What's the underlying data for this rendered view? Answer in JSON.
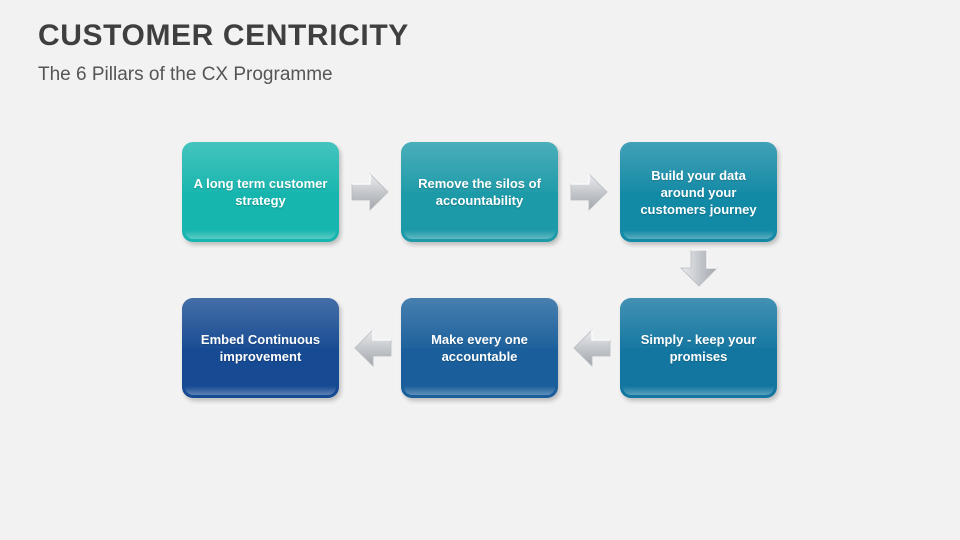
{
  "header": {
    "title": "CUSTOMER CENTRICITY",
    "subtitle": "The 6 Pillars of the CX Programme"
  },
  "colors": {
    "background": "#f2f2f2",
    "title": "#3f3f3f",
    "subtitle": "#555555",
    "arrow_light": "#e3e4e6",
    "arrow_dark": "#9fa3a8"
  },
  "diagram": {
    "type": "process-flow",
    "flow_note": "top row left-to-right, then down, then bottom row right-to-left",
    "steps": [
      {
        "index": 1,
        "label": "A long term customer strategy",
        "color": "#16b5ae",
        "color_dark": "#0e9b95",
        "row": "top",
        "column": 1
      },
      {
        "index": 2,
        "label": "Remove the silos of accountability",
        "color": "#1d9aa8",
        "color_dark": "#157f8d",
        "row": "top",
        "column": 2
      },
      {
        "index": 3,
        "label": "Build your data around your customers journey",
        "color": "#1289a5",
        "color_dark": "#0d7089",
        "row": "top",
        "column": 3
      },
      {
        "index": 4,
        "label": "Simply - keep your promises",
        "color": "#1376a0",
        "color_dark": "#0e6186",
        "row": "bottom",
        "column": 3
      },
      {
        "index": 5,
        "label": "Make every one accountable",
        "color": "#1a5f9b",
        "color_dark": "#134b80",
        "row": "bottom",
        "column": 2
      },
      {
        "index": 6,
        "label": "Embed Continuous improvement",
        "color": "#164a92",
        "color_dark": "#103a77",
        "row": "bottom",
        "column": 1
      }
    ],
    "connectors": [
      {
        "id": 1,
        "icon": "arrow-right-icon",
        "from": 1,
        "to": 2
      },
      {
        "id": 2,
        "icon": "arrow-right-icon",
        "from": 2,
        "to": 3
      },
      {
        "id": 3,
        "icon": "arrow-down-icon",
        "from": 3,
        "to": 4
      },
      {
        "id": 4,
        "icon": "arrow-left-icon",
        "from": 4,
        "to": 5
      },
      {
        "id": 5,
        "icon": "arrow-left-icon",
        "from": 5,
        "to": 6
      }
    ]
  }
}
